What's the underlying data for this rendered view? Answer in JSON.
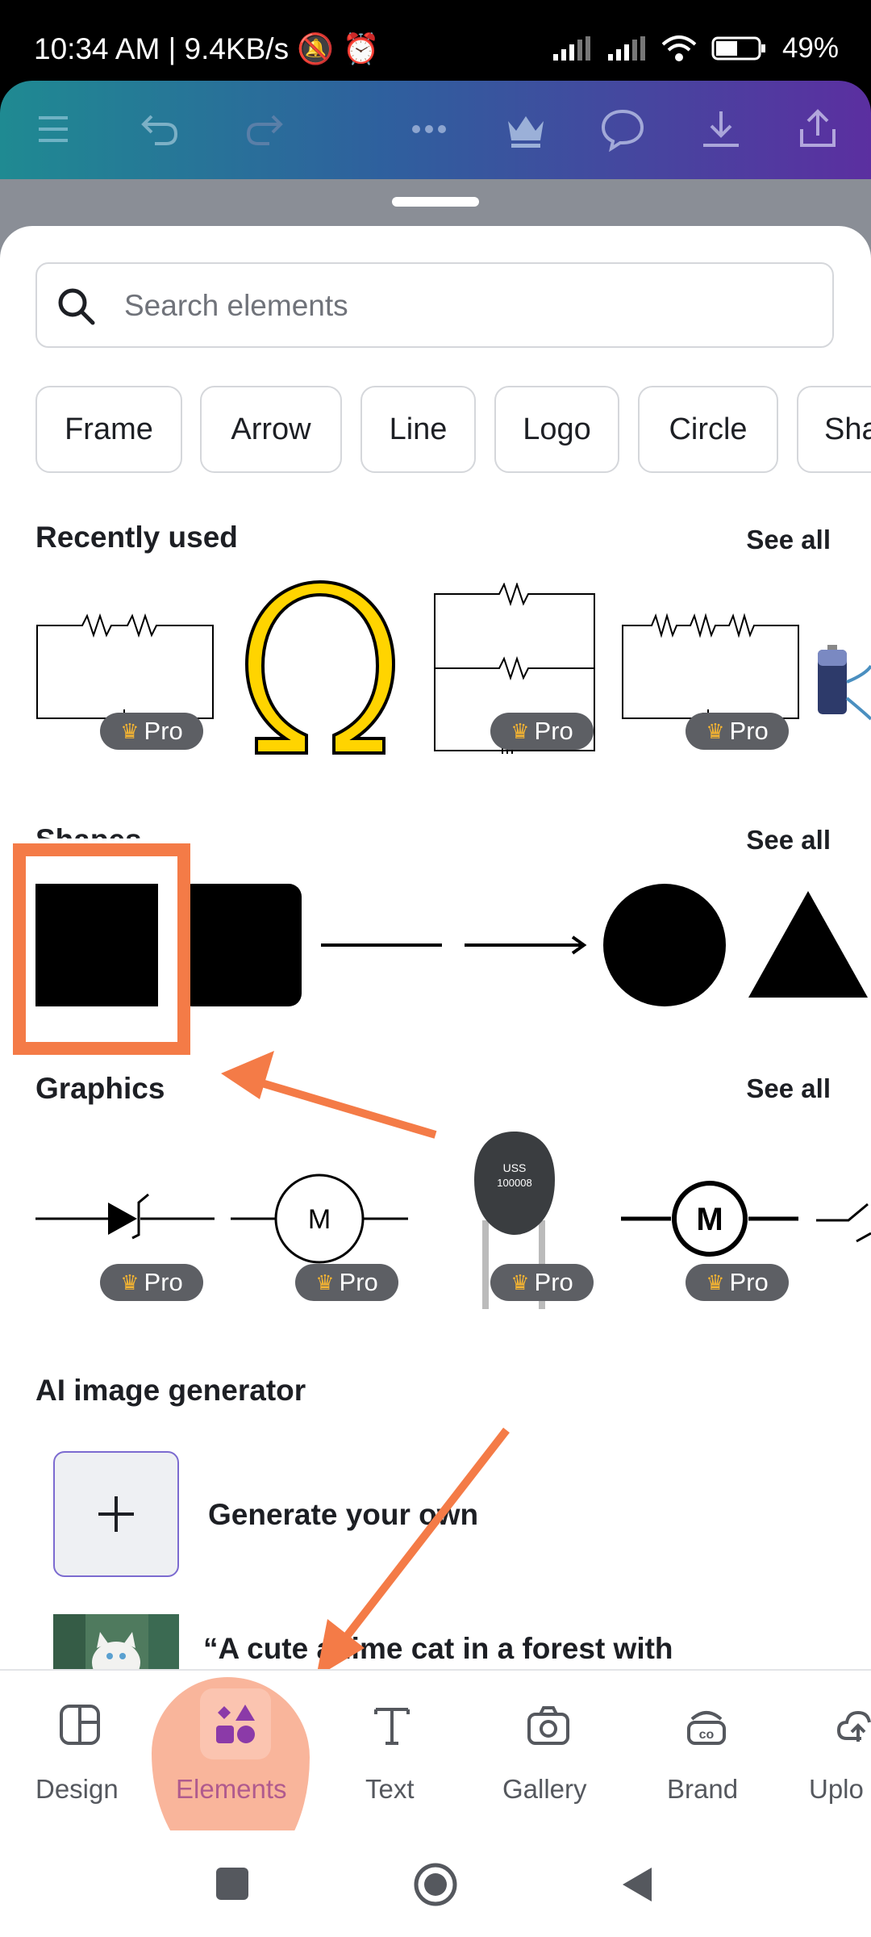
{
  "status_bar": {
    "time_speed": "10:34 AM | 9.4KB/s",
    "battery": "49%"
  },
  "search": {
    "placeholder": "Search elements"
  },
  "chips": [
    "Frame",
    "Arrow",
    "Line",
    "Logo",
    "Circle",
    "Sha"
  ],
  "sections": {
    "recently_used": {
      "title": "Recently used",
      "see_all": "See all"
    },
    "shapes": {
      "title": "Shapes",
      "see_all": "See all"
    },
    "graphics": {
      "title": "Graphics",
      "see_all": "See all"
    },
    "ai": {
      "title": "AI image generator",
      "generate": "Generate your own",
      "prompt": "“A cute anime cat in a forest with"
    }
  },
  "pro_label": "Pro",
  "graphics_text": {
    "thermistor_line1": "USS",
    "thermistor_line2": "100008",
    "motor_letter": "M"
  },
  "bottom_nav": [
    "Design",
    "Elements",
    "Text",
    "Gallery",
    "Brand",
    "Uplo"
  ],
  "colors": {
    "accent_orange": "#f47b47",
    "omega_yellow": "#ffd400",
    "nav_active": "#8b3aa8"
  }
}
